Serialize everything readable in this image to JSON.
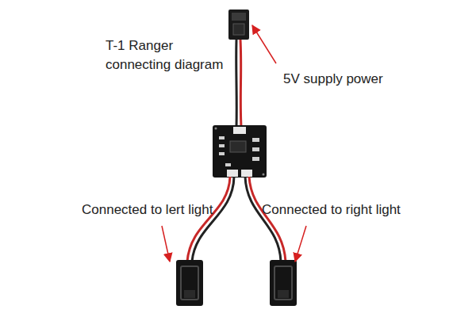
{
  "diagram": {
    "title": "T-1 Ranger connecting diagram",
    "labels": [
      "5V supply power",
      "Connected to lert light",
      "Connected to right light"
    ]
  }
}
